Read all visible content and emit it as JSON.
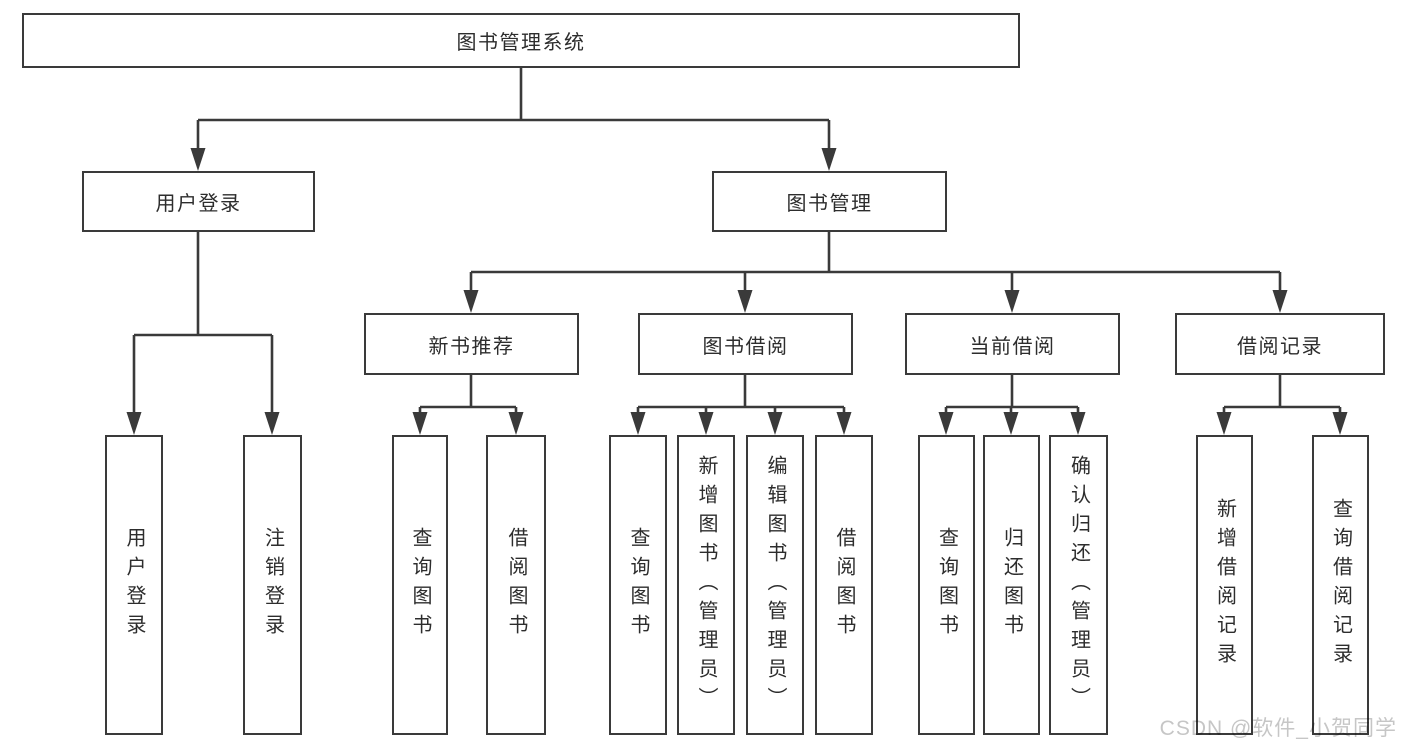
{
  "diagram": {
    "watermark": "CSDN @软件_小贺同学",
    "colors": {
      "line": "#3a3a3a",
      "text": "#2d2d2d",
      "box_background": "#ffffff",
      "watermark": "#c6c6c6",
      "background": "#ffffff"
    },
    "nodes": {
      "root": "图书管理系统",
      "user_login": "用户登录",
      "book_mgmt": "图书管理",
      "user_login_leaf": "用户登录",
      "logout_leaf": "注销登录",
      "new_book_rec": "新书推荐",
      "book_borrow": "图书借阅",
      "current_borrow": "当前借阅",
      "borrow_record": "借阅记录",
      "nbr_query": "查询图书",
      "nbr_borrow": "借阅图书",
      "bb_query": "查询图书",
      "bb_add": "新增图书（管理员）",
      "bb_edit": "编辑图书（管理员）",
      "bb_borrow": "借阅图书",
      "cb_query": "查询图书",
      "cb_return": "归还图书",
      "cb_confirm": "确认归还（管理员）",
      "br_add": "新增借阅记录",
      "br_query": "查询借阅记录"
    }
  }
}
